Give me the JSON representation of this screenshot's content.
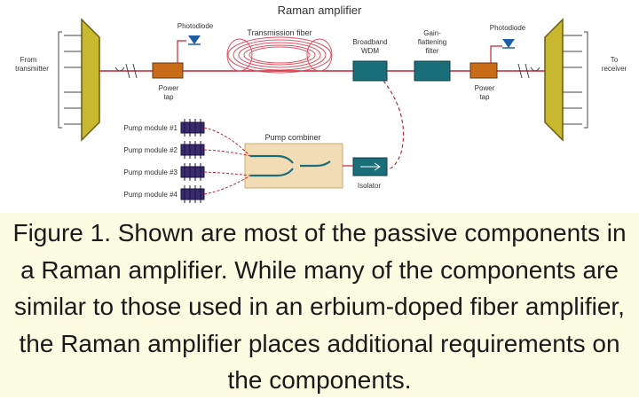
{
  "diagram": {
    "title": "Raman amplifier",
    "from_transmitter": [
      "From",
      "transmitter"
    ],
    "to_receiver": [
      "To",
      "receiver"
    ],
    "photodiode_left": "Photodiode",
    "photodiode_right": "Photodiode",
    "transmission_fiber": "Transmission fiber",
    "broadband_wdm": [
      "Broadband",
      "WDM"
    ],
    "gain_flattening_filter": [
      "Gain-",
      "flattening",
      "filter"
    ],
    "power_tap_left": [
      "Power",
      "tap"
    ],
    "power_tap_right": [
      "Power",
      "tap"
    ],
    "pump_combiner": "Pump combiner",
    "isolator": "Isolator",
    "pump_modules": [
      "Pump module #1",
      "Pump module #2",
      "Pump module #3",
      "Pump module #4"
    ],
    "colors": {
      "fiber": "#cc2233",
      "mux": "#c8b830",
      "teal": "#1a6e7a",
      "orange": "#c86c1a",
      "pump": "#3a2c6e",
      "combiner_bg": "#f2dcb6",
      "photodiode": "#1e5ea8",
      "caption_bg": "#fcfce3"
    }
  },
  "caption": {
    "lines": [
      "Figure 1. Shown are most of the passive components in",
      "a Raman amplifier. While many of the components are",
      "similar to those used in an erbium-doped fiber amplifier,",
      "the Raman amplifier places additional requirements on",
      "the components."
    ]
  }
}
